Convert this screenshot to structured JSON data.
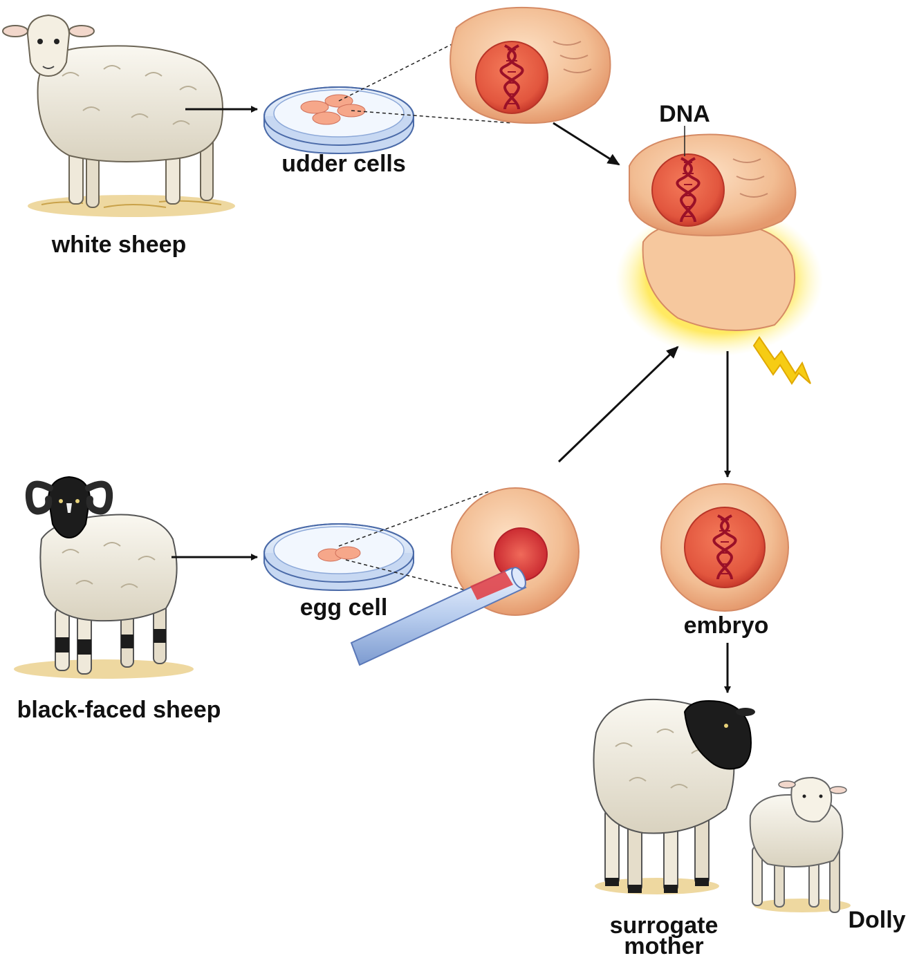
{
  "labels": {
    "white_sheep": "white sheep",
    "udder_cells": "udder cells",
    "dna": "DNA",
    "black_faced_sheep": "black-faced sheep",
    "egg_cell": "egg cell",
    "embryo": "embryo",
    "surrogate_mother_line1": "surrogate",
    "surrogate_mother_line2": "mother",
    "dolly": "Dolly"
  },
  "icons": {
    "white_sheep": "sheep-icon",
    "black_faced_sheep": "ram-icon",
    "surrogate_mother": "sheep-icon",
    "dolly": "lamb-icon",
    "petri_dish": "petri-dish-icon",
    "cell": "cell-icon",
    "dna": "dna-helix-icon",
    "pipette": "micropipette-icon",
    "electric_pulse": "lightning-icon"
  },
  "colors": {
    "arrow": "#111111",
    "cell_body": "#f3c49a",
    "nucleus": "#e8604a",
    "dna": "#a01830",
    "glow": "#ffe040",
    "wool": "#f1ede2",
    "black_face": "#1c1c1c",
    "dish": "#cfe0f5"
  }
}
